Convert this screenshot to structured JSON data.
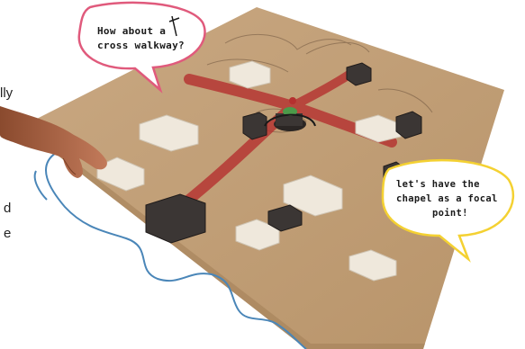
{
  "scene": {
    "kind": "photograph",
    "description_colors": {
      "board": "#c29f77",
      "block_light": "#efe8dc",
      "block_dark": "#3b3634",
      "path_red": "#b5302f",
      "river_blue": "#4a86b8",
      "bubble_pink": "#e05a7c",
      "bubble_yellow": "#f4d132"
    }
  },
  "bubbles": {
    "left": {
      "line1": "How about a",
      "line2": "cross walkway?"
    },
    "right": {
      "line1": "let's have the",
      "line2": "chapel as a focal",
      "line3": "point!"
    }
  },
  "edge_text": {
    "line1": "lly",
    "line2": "d",
    "line3": "e"
  }
}
